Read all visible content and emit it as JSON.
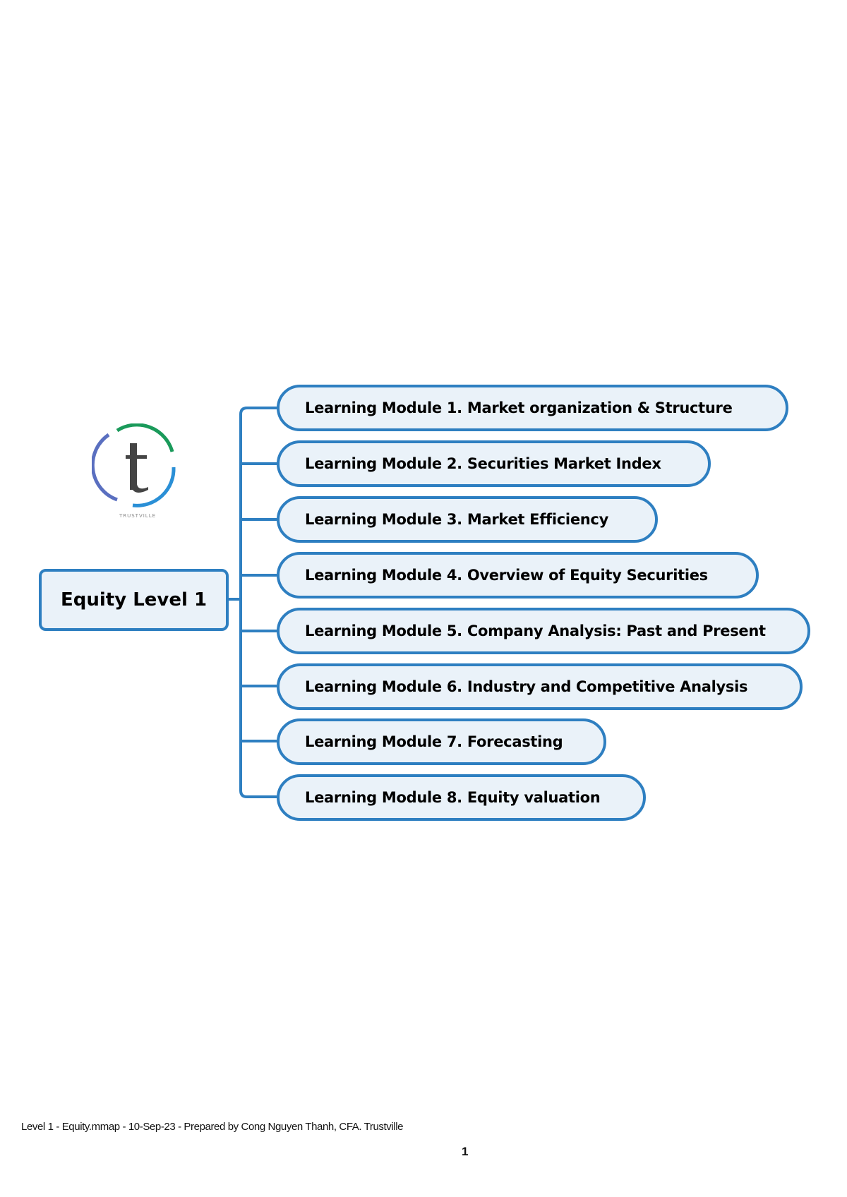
{
  "mindmap": {
    "root": {
      "label": "Equity Level 1"
    },
    "branches": [
      {
        "label": "Learning Module 1. Market organization & Structure"
      },
      {
        "label": "Learning Module 2. Securities Market Index"
      },
      {
        "label": "Learning Module 3. Market Efficiency"
      },
      {
        "label": "Learning Module 4. Overview of Equity Securities"
      },
      {
        "label": "Learning Module 5. Company Analysis: Past and Present"
      },
      {
        "label": "Learning Module 6. Industry and Competitive Analysis"
      },
      {
        "label": "Learning Module 7. Forecasting"
      },
      {
        "label": "Learning Module 8. Equity valuation"
      }
    ],
    "colors": {
      "border": "#2e7fc1",
      "fill": "#eaf2f9",
      "text": "#000000"
    }
  },
  "logo": {
    "icon": "trustville-logo",
    "text": "TRUSTVILLE",
    "ring_colors": [
      "#1a9a5a",
      "#2a8fd6",
      "#5a6fc0"
    ]
  },
  "footer": {
    "text": "Level 1 - Equity.mmap - 10-Sep-23 - Prepared by Cong Nguyen Thanh, CFA. Trustville",
    "page_number": "1"
  }
}
